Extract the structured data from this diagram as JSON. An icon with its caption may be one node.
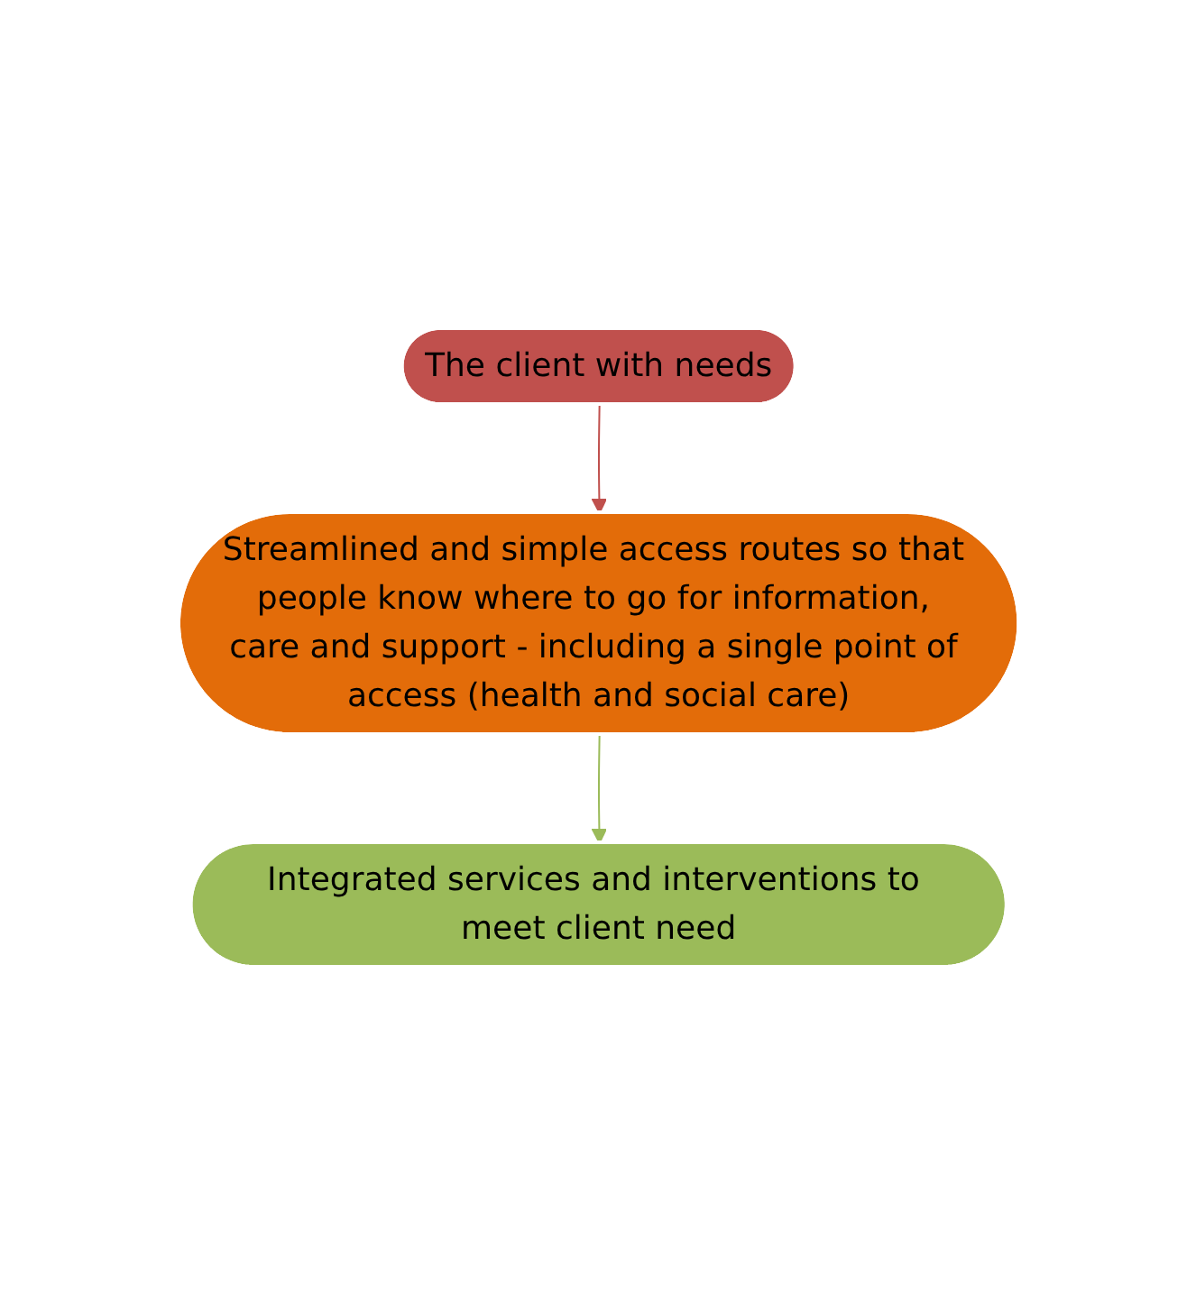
{
  "diagram": {
    "nodes": [
      {
        "text": [
          "The client with needs"
        ]
      },
      {
        "text": [
          "Streamlined and simple access routes so that people know where to go for information, care and support - including a single point of access (health and social care)"
        ]
      },
      {
        "text": [
          "Integrated services and interventions to meet client need"
        ]
      }
    ],
    "edges": [
      {
        "from": 0,
        "to": 1,
        "arrow": "to",
        "color": "#c0504d"
      },
      {
        "from": 1,
        "to": 2,
        "arrow": "to",
        "color": "#9bbb59"
      }
    ]
  }
}
